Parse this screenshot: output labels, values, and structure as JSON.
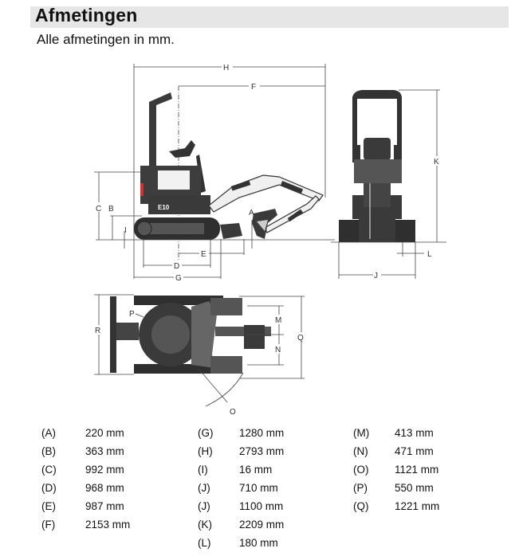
{
  "header": {
    "title": "Afmetingen",
    "subtitle": "Alle afmetingen in mm."
  },
  "drawing": {
    "machine_badge": "E10",
    "side_view_labels": [
      "H",
      "F",
      "C",
      "B",
      "I",
      "A",
      "E",
      "D",
      "G"
    ],
    "front_view_labels": [
      "K",
      "L",
      "J"
    ],
    "top_view_labels": [
      "R",
      "P",
      "M",
      "N",
      "Q",
      "O"
    ]
  },
  "dimensions": {
    "columns": [
      [
        {
          "code": "(A)",
          "value": "220 mm"
        },
        {
          "code": "(B)",
          "value": "363 mm"
        },
        {
          "code": "(C)",
          "value": "992 mm"
        },
        {
          "code": "(D)",
          "value": "968 mm"
        },
        {
          "code": "(E)",
          "value": "987 mm"
        },
        {
          "code": "(F)",
          "value": "2153 mm"
        }
      ],
      [
        {
          "code": "(G)",
          "value": "1280 mm"
        },
        {
          "code": "(H)",
          "value": "2793 mm"
        },
        {
          "code": "(I)",
          "value": "16 mm"
        },
        {
          "code": "(J)",
          "value": "710 mm"
        },
        {
          "code": "(J)",
          "value": "1100 mm"
        },
        {
          "code": "(K)",
          "value": "2209 mm"
        },
        {
          "code": "(L)",
          "value": "180 mm"
        }
      ],
      [
        {
          "code": "(M)",
          "value": "413 mm"
        },
        {
          "code": "(N)",
          "value": "471 mm"
        },
        {
          "code": "(O)",
          "value": "1121 mm"
        },
        {
          "code": "(P)",
          "value": "550 mm"
        },
        {
          "code": "(Q)",
          "value": "1221 mm"
        }
      ]
    ]
  }
}
